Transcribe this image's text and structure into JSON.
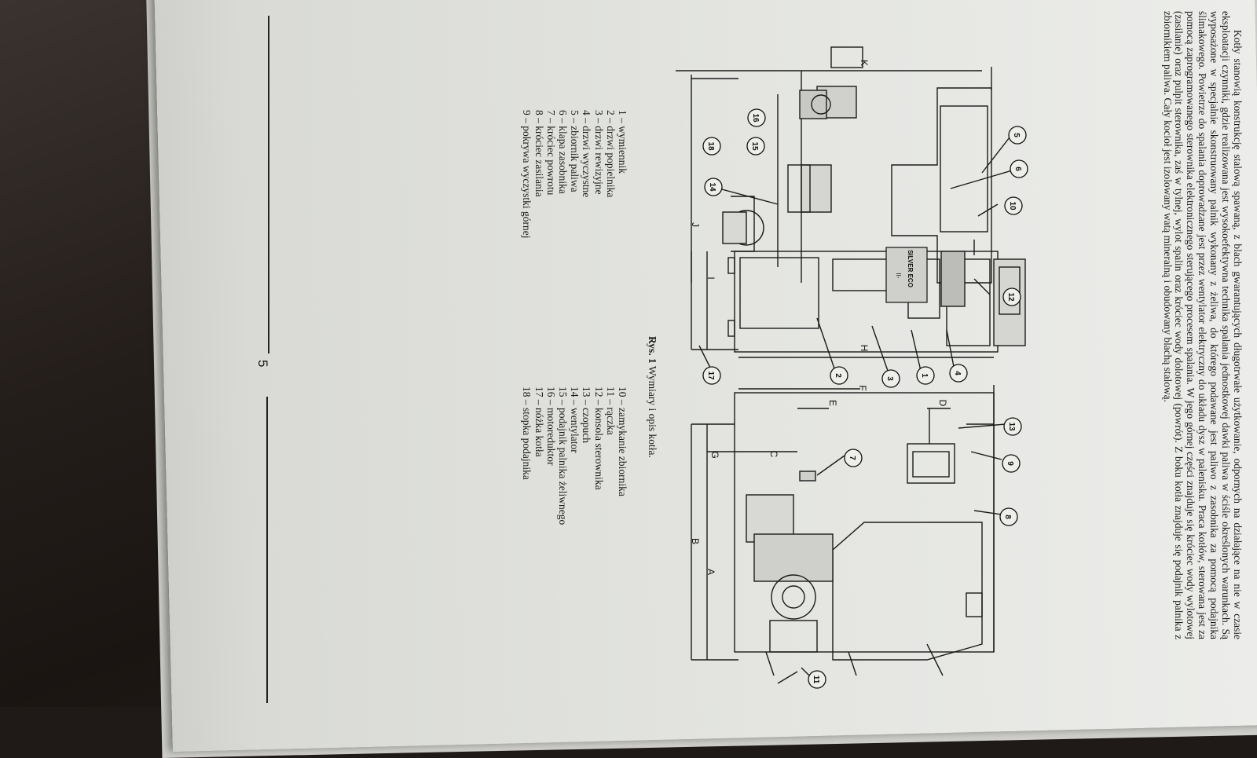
{
  "page": {
    "number": "5"
  },
  "body_text": [
    "Kotły stanowią konstrukcję stalową spawaną, z blach gwarantujących długotrwałe użytkowanie, odpornych na działające na nie w czasie eksploatacji czynniki, gdzie realizowana jest wysokoefektywna technika spalania jednostkowej dawki paliwa w ściśle określonych warunkach. Są wyposażone w specjalnie skonstruowany palnik wykonany z żeliwa, do którego podawane jest paliwo z zasobnika za pomocą podajnika ślimakowego. Powietrze do spalania doprowadzane jest przez wentylator elektryczny do układu dysz w palenisku. Praca kotłów, sterowana jest za pomocą zaprogramowanego sterownika elektronicznego sterującego procesem spalania. W jego górnej części znajduje się króciec wody wylotowej (zasilanie) oraz pulpit sterownika, zaś w tylnej, wylot spalin oraz króciec wody dolotowej (powrót). Z boku kotła znajduje się podajnik palnika z zbiornikiem paliwa. Cały kocioł jest izolowany watą mineralną i obudowany blachą stalową."
  ],
  "figure": {
    "caption_label": "Rys. 1",
    "caption_text": "Wymiary i opis kotła."
  },
  "legend_left": [
    "1 – wymiennik",
    "2 – drzwi popielnika",
    "3 – drzwi rewizyjne",
    "4 – drzwi wyczystne",
    "5 – zbiornik paliwa",
    "6 – klapa zasobnika",
    "7 – króciec powrotu",
    "8 – króciec zasilania",
    "9 – pokrywa wyczystki górnej"
  ],
  "legend_right": [
    "10 – zamykanie zbiornika",
    "11 – rączka",
    "12 – konsola sterownika",
    "13 – czopuch",
    "14 – wentylator",
    "15 – podajnik palnika żeliwnego",
    "16 – motoreduktor",
    "17 – nóżka kotła",
    "18 – stopka podajnika"
  ],
  "callouts": [
    "5",
    "6",
    "10",
    "12",
    "4",
    "1",
    "3",
    "2",
    "17",
    "14",
    "18",
    "15",
    "16",
    "13",
    "9",
    "8",
    "7",
    "11"
  ],
  "dimension_labels": [
    "K",
    "J",
    "I",
    "H",
    "F",
    "E",
    "D",
    "G",
    "C",
    "B",
    "A"
  ],
  "nameplate": {
    "line1": "SILVER ECO",
    "line2": "II-"
  },
  "colors": {
    "paper": "#e4e5e1",
    "ink": "#1b1b1b",
    "background": "#1f1a18"
  }
}
